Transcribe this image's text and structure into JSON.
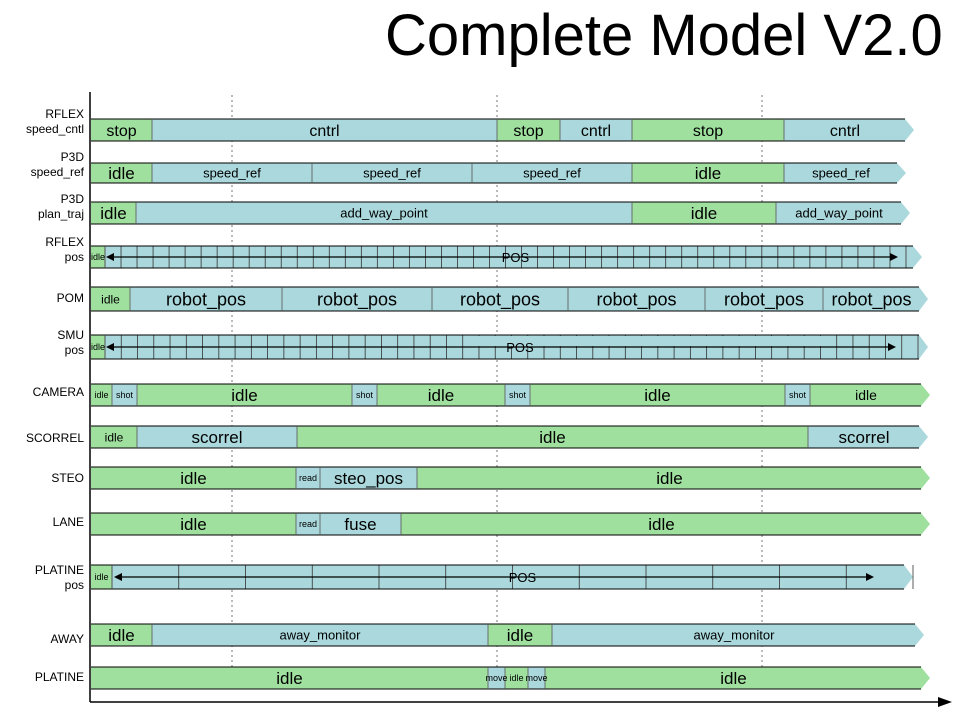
{
  "title": "Complete Model V2.0",
  "colors": {
    "green": "#9fe09f",
    "blue": "#aad8dc",
    "outline": "#000000",
    "divider": "#555555"
  },
  "rows": [
    {
      "label_lines": [
        "RFLEX",
        "speed_cntl"
      ],
      "segments": [
        {
          "text": "stop",
          "color": "green"
        },
        {
          "text": "cntrl",
          "color": "blue"
        },
        {
          "text": "stop",
          "color": "green"
        },
        {
          "text": "cntrl",
          "color": "blue"
        },
        {
          "text": "stop",
          "color": "green"
        },
        {
          "text": "cntrl",
          "color": "blue"
        }
      ]
    },
    {
      "label_lines": [
        "P3D",
        "speed_ref"
      ],
      "segments": [
        {
          "text": "idle",
          "color": "green"
        },
        {
          "text": "speed_ref",
          "color": "blue"
        },
        {
          "text": "speed_ref",
          "color": "blue"
        },
        {
          "text": "speed_ref",
          "color": "blue"
        },
        {
          "text": "idle",
          "color": "green"
        },
        {
          "text": "speed_ref",
          "color": "blue"
        }
      ]
    },
    {
      "label_lines": [
        "P3D",
        "plan_traj"
      ],
      "segments": [
        {
          "text": "idle",
          "color": "green"
        },
        {
          "text": "add_way_point",
          "color": "blue"
        },
        {
          "text": "idle",
          "color": "green"
        },
        {
          "text": "add_way_point",
          "color": "blue"
        }
      ]
    },
    {
      "label_lines": [
        "RFLEX",
        "pos"
      ],
      "segments": [
        {
          "text": "idle",
          "color": "green"
        },
        {
          "text": "POS",
          "color": "blue"
        }
      ]
    },
    {
      "label_lines": [
        "POM"
      ],
      "segments": [
        {
          "text": "idle",
          "color": "green"
        },
        {
          "text": "robot_pos",
          "color": "blue"
        },
        {
          "text": "robot_pos",
          "color": "blue"
        },
        {
          "text": "robot_pos",
          "color": "blue"
        },
        {
          "text": "robot_pos",
          "color": "blue"
        },
        {
          "text": "robot_pos",
          "color": "blue"
        },
        {
          "text": "robot_pos",
          "color": "blue"
        }
      ]
    },
    {
      "label_lines": [
        "SMU",
        "pos"
      ],
      "segments": [
        {
          "text": "idle",
          "color": "green"
        },
        {
          "text": "POS",
          "color": "blue"
        }
      ]
    },
    {
      "label_lines": [
        "CAMERA"
      ],
      "segments": [
        {
          "text": "idle",
          "color": "green"
        },
        {
          "text": "shot",
          "color": "blue"
        },
        {
          "text": "idle",
          "color": "green"
        },
        {
          "text": "shot",
          "color": "blue"
        },
        {
          "text": "idle",
          "color": "green"
        },
        {
          "text": "shot",
          "color": "blue"
        },
        {
          "text": "idle",
          "color": "green"
        },
        {
          "text": "shot",
          "color": "blue"
        },
        {
          "text": "idle",
          "color": "green"
        }
      ]
    },
    {
      "label_lines": [
        "SCORREL"
      ],
      "segments": [
        {
          "text": "idle",
          "color": "green"
        },
        {
          "text": "scorrel",
          "color": "blue"
        },
        {
          "text": "idle",
          "color": "green"
        },
        {
          "text": "scorrel",
          "color": "blue"
        }
      ]
    },
    {
      "label_lines": [
        "STEO"
      ],
      "segments": [
        {
          "text": "idle",
          "color": "green"
        },
        {
          "text": "read",
          "color": "blue"
        },
        {
          "text": "steo_pos",
          "color": "blue"
        },
        {
          "text": "idle",
          "color": "green"
        }
      ]
    },
    {
      "label_lines": [
        "LANE"
      ],
      "segments": [
        {
          "text": "idle",
          "color": "green"
        },
        {
          "text": "read",
          "color": "blue"
        },
        {
          "text": "fuse",
          "color": "blue"
        },
        {
          "text": "idle",
          "color": "green"
        }
      ]
    },
    {
      "label_lines": [
        "PLATINE",
        "pos"
      ],
      "segments": [
        {
          "text": "idle",
          "color": "green"
        },
        {
          "text": "POS",
          "color": "blue"
        }
      ]
    },
    {
      "label_lines": [
        "AWAY"
      ],
      "segments": [
        {
          "text": "idle",
          "color": "green"
        },
        {
          "text": "away_monitor",
          "color": "blue"
        },
        {
          "text": "idle",
          "color": "green"
        },
        {
          "text": "away_monitor",
          "color": "blue"
        }
      ]
    },
    {
      "label_lines": [
        "PLATINE"
      ],
      "segments": [
        {
          "text": "idle",
          "color": "green"
        },
        {
          "text": "move",
          "color": "blue"
        },
        {
          "text": "idle",
          "color": "green"
        },
        {
          "text": "move",
          "color": "blue"
        },
        {
          "text": "idle",
          "color": "green"
        }
      ]
    }
  ]
}
